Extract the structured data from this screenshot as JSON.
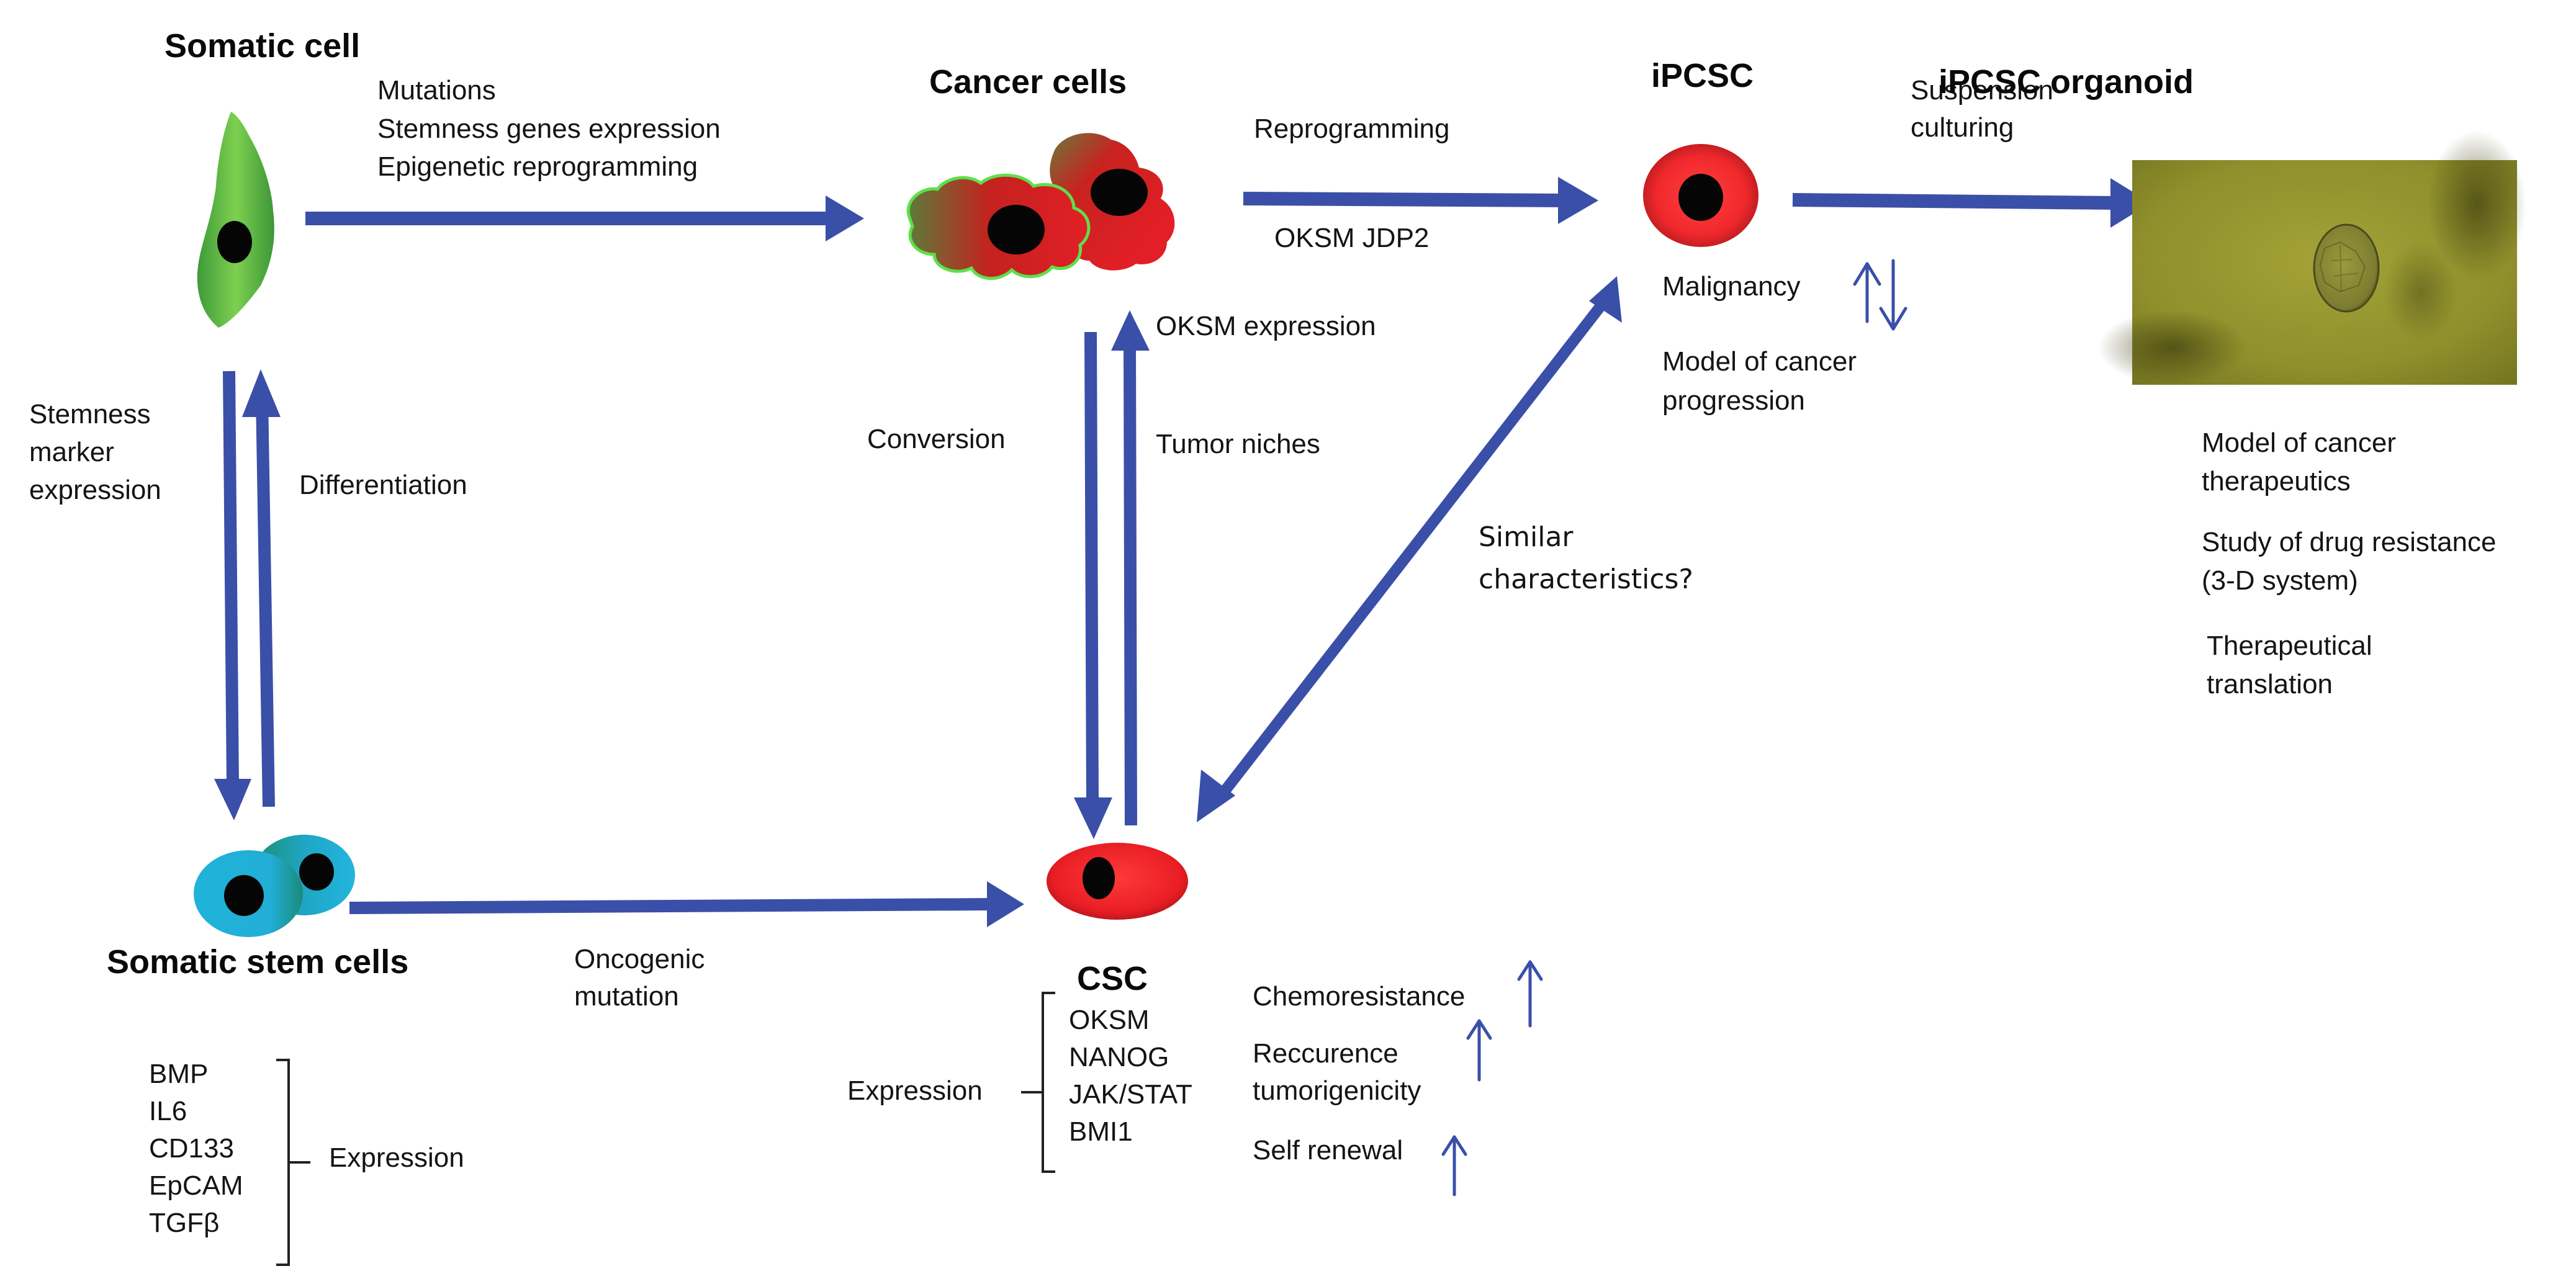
{
  "nodes": {
    "somatic_cell": {
      "title": "Somatic cell"
    },
    "cancer_cells": {
      "title": "Cancer cells"
    },
    "ipcsc": {
      "title": "iPCSC"
    },
    "ipcsc_organoid": {
      "title": "iPCSC organoid"
    },
    "somatic_stem_cells": {
      "title": "Somatic stem cells"
    },
    "csc": {
      "title": "CSC"
    }
  },
  "edges": {
    "somatic_to_cancer": {
      "labels": [
        "Mutations",
        "Stemness genes expression",
        "Epigenetic reprogramming"
      ]
    },
    "cancer_to_ipcsc": {
      "label_above": "Reprogramming",
      "label_below": "OKSM JDP2"
    },
    "ipcsc_to_organoid": {
      "labels": [
        "Suspension",
        "culturing"
      ]
    },
    "somatic_to_stem": {
      "labels": [
        "Stemness",
        "marker",
        "expression"
      ]
    },
    "stem_to_somatic": {
      "label": "Differentiation"
    },
    "cancer_to_csc": {
      "label": "Conversion"
    },
    "csc_to_cancer": {
      "label_top": "OKSM expression",
      "label_mid": "Tumor niches"
    },
    "csc_ipcsc": {
      "labels": [
        "Similar",
        "characteristics?"
      ]
    },
    "stem_to_csc": {
      "labels": [
        "Oncogenic",
        "mutation"
      ]
    }
  },
  "ipcsc_notes": {
    "malignancy": "Malignancy",
    "progression": [
      "Model of cancer",
      "progression"
    ]
  },
  "organoid_notes": {
    "therapeutics": [
      "Model of cancer",
      "therapeutics"
    ],
    "drug_resistance": [
      "Study of drug resistance",
      "(3-D system)"
    ],
    "translation": [
      "Therapeutical",
      "translation"
    ]
  },
  "stem_expression": {
    "markers": [
      "BMP",
      "IL6",
      "CD133",
      "EpCAM",
      "TGFβ"
    ],
    "label": "Expression"
  },
  "csc_expression": {
    "label": "Expression",
    "markers": [
      "OKSM",
      "NANOG",
      "JAK/STAT",
      "BMI1"
    ]
  },
  "csc_traits": {
    "chemoresistance": "Chemoresistance",
    "recurrence": [
      "Reccurence",
      "tumorigenicity"
    ],
    "self_renewal": "Self renewal"
  },
  "colors": {
    "arrow": "#3a4fa8",
    "somatic_cell": "#4cb84a",
    "cancer_cell": "#e21f26",
    "stem_cell": "#1fb3d9",
    "organoid_bg": "#8a8a28"
  }
}
